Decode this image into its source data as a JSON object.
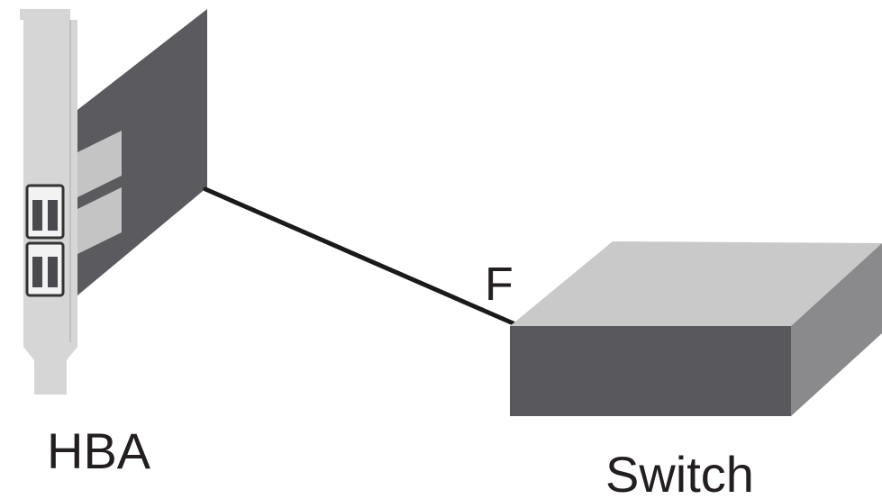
{
  "labels": {
    "hba": "HBA",
    "switch": "Switch",
    "port": "F"
  },
  "colors": {
    "bracket": "#d6d6d6",
    "bracket_edge": "#bfbfbf",
    "board": "#5b5b5f",
    "connector": "#c4c4c4",
    "switch_top": "#c9c9c9",
    "switch_front": "#59595d",
    "switch_side": "#8a8a8c",
    "cable": "#1a1a1a",
    "text": "#231f20"
  },
  "icons": {
    "hba": "hba-card-icon",
    "switch": "switch-box-icon"
  }
}
